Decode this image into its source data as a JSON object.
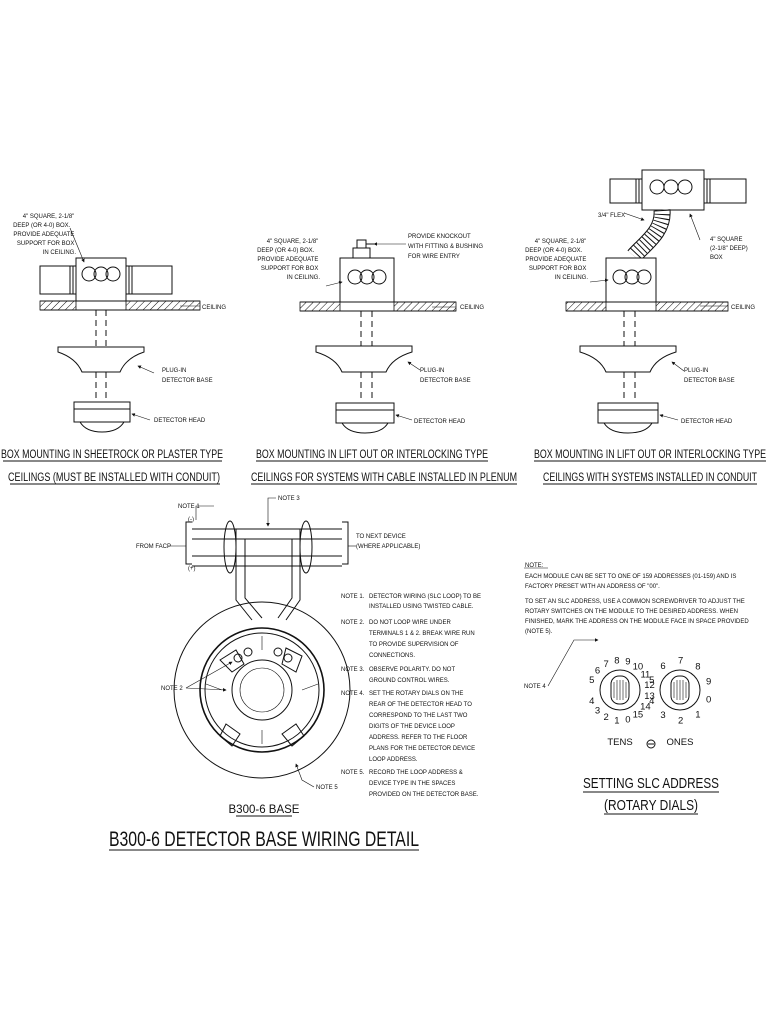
{
  "panel1": {
    "box_label": [
      "4\" SQUARE, 2-1/8\"",
      "DEEP (OR 4-0) BOX.",
      "PROVIDE ADEQUATE",
      "SUPPORT FOR BOX",
      "IN CEILING."
    ],
    "ceiling": "CEILING",
    "base": [
      "PLUG-IN",
      "DETECTOR BASE"
    ],
    "head": "DETECTOR HEAD",
    "caption": [
      "BOX MOUNTING IN SHEETROCK OR PLASTER TYPE",
      "CEILINGS (MUST BE INSTALLED WITH CONDUIT)"
    ]
  },
  "panel2": {
    "box_label": [
      "4\" SQUARE, 2-1/8\"",
      "DEEP (OR 4-0) BOX.",
      "PROVIDE ADEQUATE",
      "SUPPORT FOR BOX",
      "IN CEILING."
    ],
    "knockout": [
      "PROVIDE KNOCKOUT",
      "WITH FITTING & BUSHING",
      "FOR WIRE ENTRY"
    ],
    "ceiling": "CEILING",
    "base": [
      "PLUG-IN",
      "DETECTOR BASE"
    ],
    "head": "DETECTOR HEAD",
    "caption": [
      "BOX MOUNTING IN LIFT OUT OR INTERLOCKING TYPE",
      "CEILINGS FOR SYSTEMS WITH CABLE INSTALLED IN PLENUM"
    ]
  },
  "panel3": {
    "flex": "3/4\" FLEX",
    "box_label": [
      "4\" SQUARE, 2-1/8\"",
      "DEEP (OR 4-0) BOX.",
      "PROVIDE ADEQUATE",
      "SUPPORT FOR BOX",
      "IN CEILING."
    ],
    "upper_box": [
      "4\" SQUARE",
      "(2-1/8\" DEEP)",
      "BOX"
    ],
    "ceiling": "CEILING",
    "base": [
      "PLUG-IN",
      "DETECTOR BASE"
    ],
    "head": "DETECTOR HEAD",
    "caption": [
      "BOX MOUNTING IN LIFT OUT OR INTERLOCKING TYPE",
      "CEILINGS WITH SYSTEMS INSTALLED IN CONDUIT"
    ]
  },
  "wiring": {
    "note1": "NOTE 1",
    "note2": "NOTE 2",
    "note3": "NOTE 3",
    "note5": "NOTE 5",
    "minus": "(-)",
    "plus": "(+)",
    "from_facp": "FROM FACP",
    "to_next": [
      "TO NEXT DEVICE",
      "(WHERE APPLICABLE)"
    ],
    "base_label": "B300-6 BASE",
    "title": "B300-6 DETECTOR BASE WIRING DETAIL",
    "notes": [
      {
        "num": "NOTE 1.",
        "lines": [
          "DETECTOR WIRING (SLC LOOP) TO BE",
          "INSTALLED USING TWISTED CABLE."
        ]
      },
      {
        "num": "NOTE 2.",
        "lines": [
          "DO NOT  LOOP WIRE UNDER",
          "TERMINALS 1 & 2.  BREAK WIRE RUN",
          "TO PROVIDE SUPERVISION OF",
          "CONNECTIONS."
        ]
      },
      {
        "num": "NOTE 3.",
        "lines": [
          "OBSERVE POLARITY.  DO NOT",
          "GROUND CONTROL WIRES."
        ]
      },
      {
        "num": "NOTE 4.",
        "lines": [
          "SET THE ROTARY DIALS ON THE",
          "REAR OF THE DETECTOR HEAD TO",
          "CORRESPOND TO THE LAST TWO",
          "DIGITS OF THE DEVICE LOOP",
          "ADDRESS.  REFER TO THE FLOOR",
          "PLANS FOR THE DETECTOR DEVICE",
          "LOOP ADDRESS."
        ]
      },
      {
        "num": "NOTE 5.",
        "lines": [
          "RECORD THE LOOP ADDRESS &",
          "DEVICE TYPE IN THE SPACES",
          "PROVIDED ON THE DETECTOR BASE."
        ]
      }
    ]
  },
  "slc": {
    "note_head": "NOTE:",
    "note_lines": [
      "EACH MODULE CAN BE SET TO ONE OF 159 ADDRESSES (01-159) AND IS",
      "FACTORY PRESET WITH AN ADDRESS OF \"00\".",
      "TO SET AN SLC ADDRESS, USE A COMMON SCREWDRIVER TO ADJUST THE",
      "ROTARY SWITCHES ON THE MODULE TO THE DESIRED ADDRESS. WHEN",
      "FINISHED, MARK THE ADDRESS ON THE MODULE FACE IN SPACE PROVIDED",
      "(NOTE 5)."
    ],
    "note4": "NOTE 4",
    "tens_digits": [
      "5",
      "6",
      "7",
      "8",
      "9",
      "10",
      "11",
      "12",
      "13",
      "14",
      "15",
      "0",
      "1",
      "2",
      "3",
      "4"
    ],
    "ones_digits": [
      "5",
      "6",
      "7",
      "8",
      "9",
      "0",
      "1",
      "2",
      "3",
      "4"
    ],
    "tens_label": "TENS",
    "ones_label": "ONES",
    "title": [
      "SETTING SLC ADDRESS",
      "(ROTARY DIALS)"
    ]
  }
}
